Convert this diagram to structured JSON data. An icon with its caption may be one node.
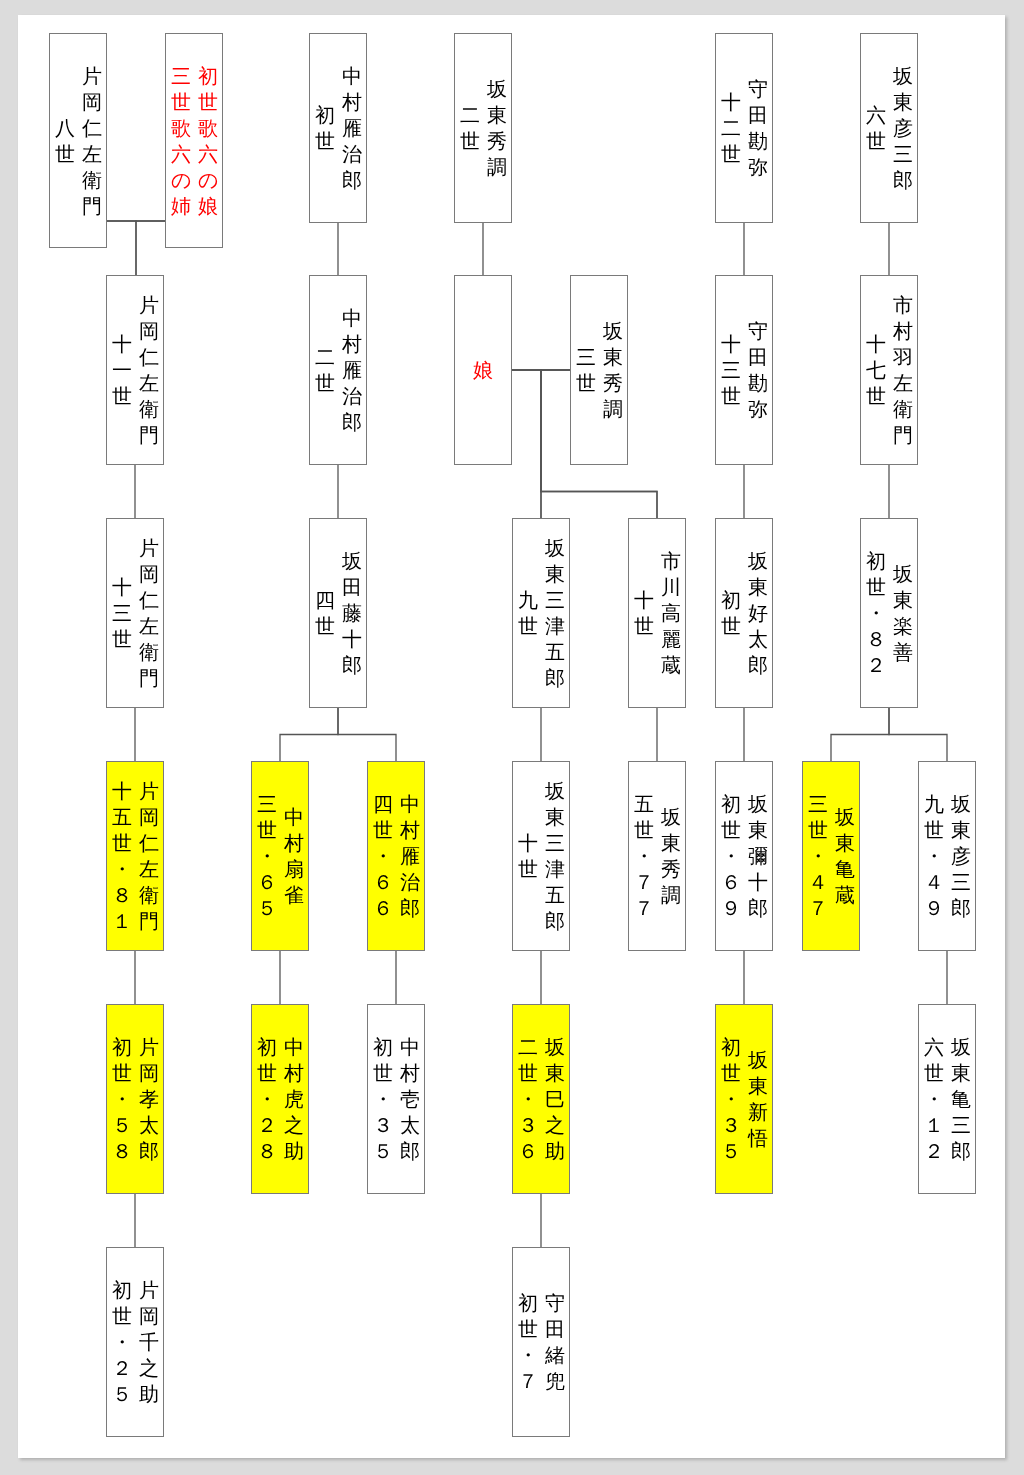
{
  "diagram": {
    "nodes": [
      {
        "text": [
          "八世",
          "片岡仁左衛門"
        ]
      },
      {
        "text": [
          "三世歌六の姉",
          "初世歌六の娘"
        ]
      },
      {
        "text": [
          "初世",
          "中村雁治郎"
        ]
      },
      {
        "text": [
          "二世",
          "坂東秀調"
        ]
      },
      {
        "text": [
          "十二世",
          "守田勘弥"
        ]
      },
      {
        "text": [
          "六世",
          "坂東彦三郎"
        ]
      },
      {
        "text": [
          "十一世",
          "片岡仁左衛門"
        ]
      },
      {
        "text": [
          "二世",
          "中村雁治郎"
        ]
      },
      {
        "text": [
          "娘"
        ]
      },
      {
        "text": [
          "三世",
          "坂東秀調"
        ]
      },
      {
        "text": [
          "十三世",
          "守田勘弥"
        ]
      },
      {
        "text": [
          "十七世",
          "市村羽左衛門"
        ]
      },
      {
        "text": [
          "十三世",
          "片岡仁左衛門"
        ]
      },
      {
        "text": [
          "四世",
          "坂田藤十郎"
        ]
      },
      {
        "text": [
          "九世",
          "坂東三津五郎"
        ]
      },
      {
        "text": [
          "十世",
          "市川高麗蔵"
        ]
      },
      {
        "text": [
          "初世",
          "坂東好太郎"
        ]
      },
      {
        "text": [
          "初世・８２",
          "坂東楽善"
        ]
      },
      {
        "text": [
          "十五世・８１",
          "片岡仁左衛門"
        ]
      },
      {
        "text": [
          "三世・６５",
          "中村扇雀"
        ]
      },
      {
        "text": [
          "四世・６６",
          "中村雁治郎"
        ]
      },
      {
        "text": [
          "十世",
          "坂東三津五郎"
        ]
      },
      {
        "text": [
          "五世・７７",
          "坂東秀調"
        ]
      },
      {
        "text": [
          "初世・６９",
          "坂東彌十郎"
        ]
      },
      {
        "text": [
          "三世・４７",
          "坂東亀蔵"
        ]
      },
      {
        "text": [
          "九世・４９",
          "坂東彦三郎"
        ]
      },
      {
        "text": [
          "初世・５８",
          "片岡孝太郎"
        ]
      },
      {
        "text": [
          "初世・２８",
          "中村虎之助"
        ]
      },
      {
        "text": [
          "初世・３５",
          "中村壱太郎"
        ]
      },
      {
        "text": [
          "二世・３６",
          "坂東巳之助"
        ]
      },
      {
        "text": [
          "初世・３５",
          "坂東新悟"
        ]
      },
      {
        "text": [
          "六世・１２",
          "坂東亀三郎"
        ]
      },
      {
        "text": [
          "初世・２５",
          "片岡千之助"
        ]
      },
      {
        "text": [
          "初世・７",
          "守田緒兜"
        ]
      }
    ],
    "edges": [
      {
        "from": 0,
        "to": 1,
        "arrow": "none"
      },
      {
        "from": 0,
        "to": 6,
        "arrow": "none"
      },
      {
        "from": 1,
        "to": 6,
        "arrow": "none"
      },
      {
        "from": 2,
        "to": 7,
        "arrow": "none"
      },
      {
        "from": 3,
        "to": 8,
        "arrow": "none"
      },
      {
        "from": 4,
        "to": 10,
        "arrow": "none"
      },
      {
        "from": 5,
        "to": 11,
        "arrow": "none"
      },
      {
        "from": 6,
        "to": 12,
        "arrow": "none"
      },
      {
        "from": 7,
        "to": 13,
        "arrow": "none"
      },
      {
        "from": 8,
        "to": 9,
        "arrow": "none"
      },
      {
        "from": 8,
        "to": 14,
        "arrow": "none"
      },
      {
        "from": 9,
        "to": 14,
        "arrow": "none"
      },
      {
        "from": 8,
        "to": 15,
        "arrow": "none"
      },
      {
        "from": 9,
        "to": 15,
        "arrow": "none"
      },
      {
        "from": 10,
        "to": 16,
        "arrow": "none"
      },
      {
        "from": 11,
        "to": 17,
        "arrow": "none"
      },
      {
        "from": 12,
        "to": 18,
        "arrow": "none"
      },
      {
        "from": 13,
        "to": 19,
        "arrow": "none"
      },
      {
        "from": 13,
        "to": 20,
        "arrow": "none"
      },
      {
        "from": 14,
        "to": 21,
        "arrow": "none"
      },
      {
        "from": 15,
        "to": 22,
        "arrow": "none"
      },
      {
        "from": 16,
        "to": 23,
        "arrow": "none"
      },
      {
        "from": 17,
        "to": 24,
        "arrow": "none"
      },
      {
        "from": 17,
        "to": 25,
        "arrow": "none"
      },
      {
        "from": 18,
        "to": 26,
        "arrow": "none"
      },
      {
        "from": 19,
        "to": 27,
        "arrow": "none"
      },
      {
        "from": 20,
        "to": 28,
        "arrow": "none"
      },
      {
        "from": 21,
        "to": 29,
        "arrow": "none"
      },
      {
        "from": 23,
        "to": 30,
        "arrow": "none"
      },
      {
        "from": 25,
        "to": 31,
        "arrow": "none"
      },
      {
        "from": 26,
        "to": 32,
        "arrow": "none"
      },
      {
        "from": 29,
        "to": 33,
        "arrow": "none"
      }
    ]
  }
}
